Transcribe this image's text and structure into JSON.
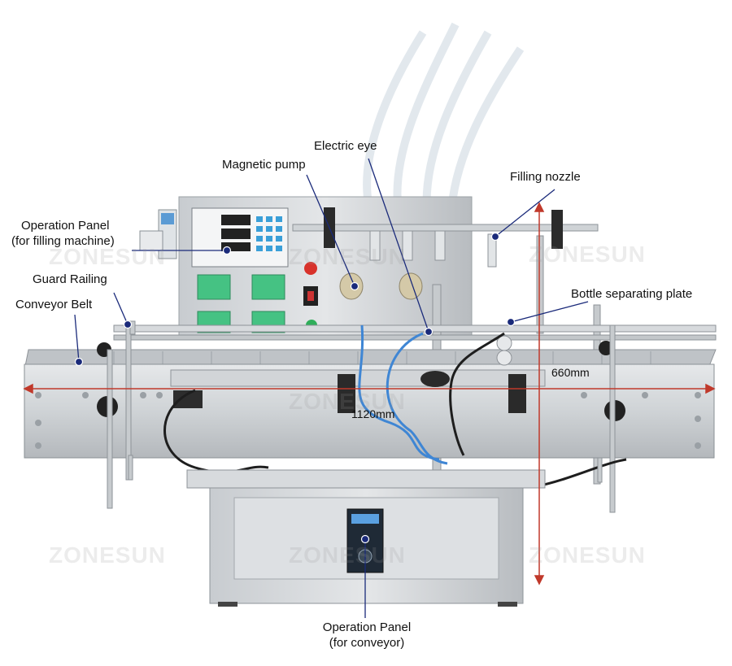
{
  "labels": {
    "electric_eye": "Electric eye",
    "magnetic_pump": "Magnetic pump",
    "filling_nozzle": "Filling nozzle",
    "operation_panel_filling_line1": "Operation Panel",
    "operation_panel_filling_line2": "(for filling machine)",
    "guard_railing": "Guard Railing",
    "conveyor_belt": "Conveyor Belt",
    "bottle_separating_plate": "Bottle separating plate",
    "operation_panel_conveyor_line1": "Operation Panel",
    "operation_panel_conveyor_line2": "(for conveyor)"
  },
  "dimensions": {
    "length": "1120mm",
    "height": "660mm"
  },
  "watermark": "ZONESUN",
  "colors": {
    "callout_dot": "#1a2a7a",
    "dimension_arrow": "#c0392b",
    "steel_light": "#d9dcdf",
    "steel_mid": "#b9bdc1",
    "steel_dark": "#8e9398",
    "tube_blue": "#3f86d4",
    "display_green": "#3dbb7a"
  }
}
